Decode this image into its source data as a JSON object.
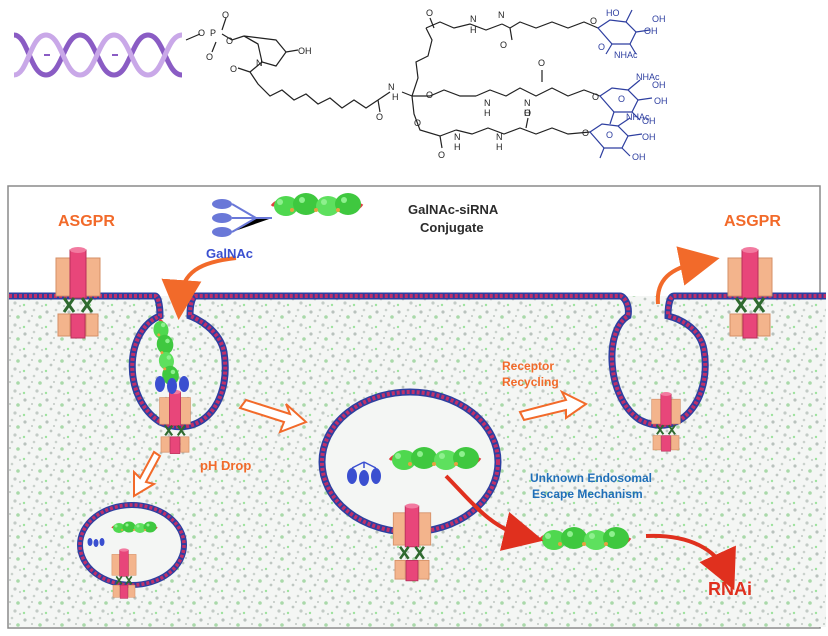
{
  "colors": {
    "label_orange": "#f26a2a",
    "label_red": "#e0301e",
    "label_blue": "#1f6fb8",
    "galnac_blue": "#3a4fd0",
    "membrane_red": "#c0306a",
    "membrane_blue": "#2e3fa0",
    "receptor_pink": "#e8467a",
    "receptor_tan": "#f3b48c",
    "sirna_green": "#3fd13f",
    "dna_purple": "#8a5cc4"
  },
  "chem": {
    "o": "O",
    "p": "P",
    "oh": "OH",
    "n": "N",
    "nh": "N",
    "h": "H",
    "nhac": "NHAc",
    "ho": "HO"
  },
  "labels": {
    "asgpr_left": "ASGPR",
    "asgpr_right": "ASGPR",
    "galnac": "GalNAc",
    "conjugate_line1": "GalNAc-siRNA",
    "conjugate_line2": "Conjugate",
    "receptor_line1": "Receptor",
    "receptor_line2": "Recycling",
    "ph_drop": "pH Drop",
    "escape_line1": "Unknown Endosomal",
    "escape_line2": "Escape Mechanism",
    "rnai": "RNAi"
  }
}
